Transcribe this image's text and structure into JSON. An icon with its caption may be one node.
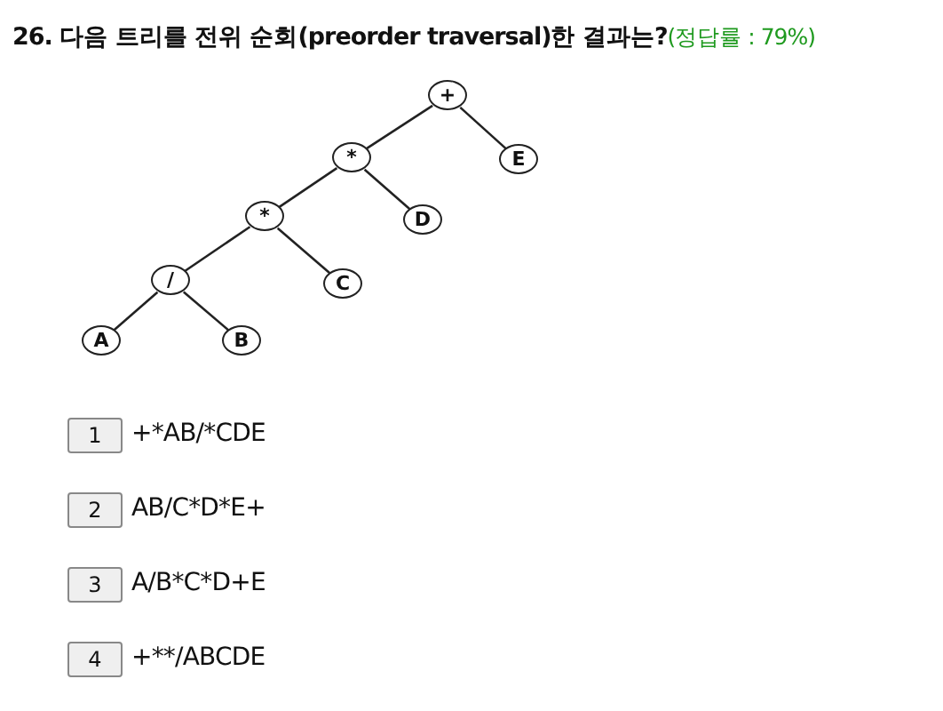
{
  "diagram": {
    "title": "26. 다음 트리를 전위 순회(preorder traversal)한 결과는?",
    "nodes": [
      {
        "text": [
          "+"
        ]
      },
      {
        "text": [
          "*"
        ]
      },
      {
        "text": [
          "E"
        ]
      },
      {
        "text": [
          "*"
        ]
      },
      {
        "text": [
          "D"
        ]
      },
      {
        "text": [
          "/"
        ]
      },
      {
        "text": [
          "C"
        ]
      },
      {
        "text": [
          "A"
        ]
      },
      {
        "text": [
          "B"
        ]
      }
    ],
    "edges": [
      {
        "from": 0,
        "to": 1,
        "arrow": "none"
      },
      {
        "from": 0,
        "to": 2,
        "arrow": "none"
      },
      {
        "from": 1,
        "to": 3,
        "arrow": "none"
      },
      {
        "from": 1,
        "to": 4,
        "arrow": "none"
      },
      {
        "from": 3,
        "to": 5,
        "arrow": "none"
      },
      {
        "from": 3,
        "to": 6,
        "arrow": "none"
      },
      {
        "from": 5,
        "to": 7,
        "arrow": "none"
      },
      {
        "from": 5,
        "to": 8,
        "arrow": "none"
      }
    ],
    "labels": [
      "(정답률 : 79%)",
      "1",
      "+*AB/*CDE",
      "2",
      "AB/C*D*E+",
      "3",
      "A/B*C*D+E",
      "4",
      "+**/ABCDE"
    ]
  }
}
